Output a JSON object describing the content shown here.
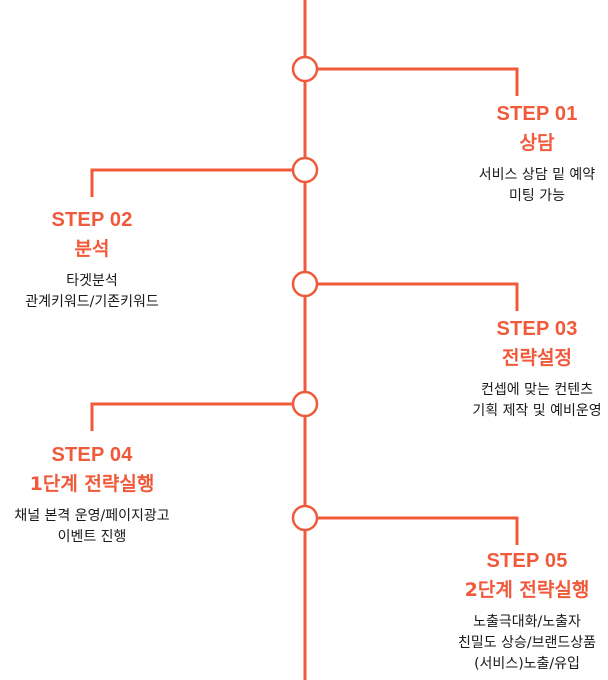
{
  "theme": {
    "accent": "#f05a3a",
    "text": "#1a1a1a",
    "background": "#ffffff"
  },
  "steps": [
    {
      "side": "right",
      "title": "STEP 01",
      "name": "상담",
      "desc": [
        "서비스 상담 밑 예약",
        "미팅 가능"
      ]
    },
    {
      "side": "left",
      "title": "STEP 02",
      "name": "분석",
      "desc": [
        "타겟분석",
        "관계키워드/기존키워드"
      ]
    },
    {
      "side": "right",
      "title": "STEP 03",
      "name": "전략설정",
      "desc": [
        "컨셉에 맞는 컨텐츠",
        "기획 제작 및 예비운영"
      ]
    },
    {
      "side": "left",
      "title": "STEP 04",
      "name": "1단계 전략실행",
      "desc": [
        "채널 본격 운영/페이지광고",
        "이벤트 진행"
      ]
    },
    {
      "side": "right",
      "title": "STEP 05",
      "name": "2단계 전략실행",
      "desc": [
        "노출극대화/노출자",
        "친밀도 상승/브랜드상품",
        "(서비스)노출/유입"
      ]
    }
  ]
}
